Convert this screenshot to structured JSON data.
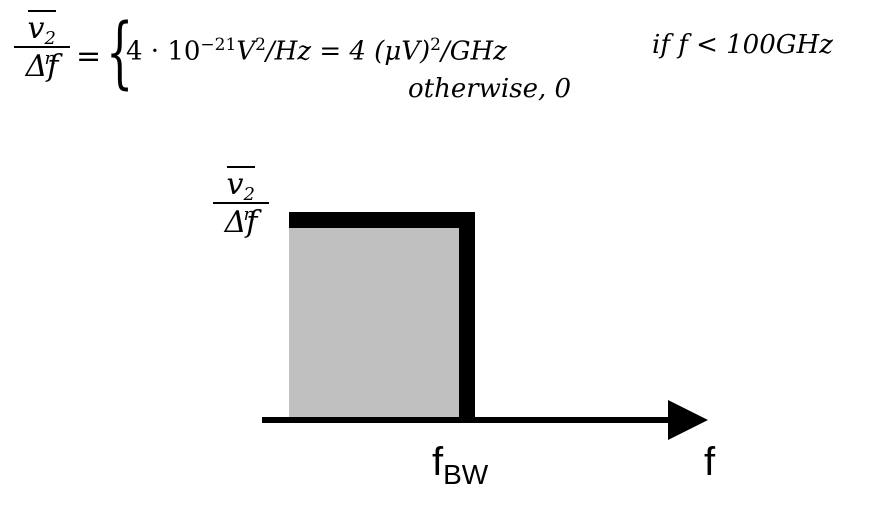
{
  "formula": {
    "lhs_numerator_base": "v",
    "lhs_numerator_sup": "2",
    "lhs_numerator_sub": "n",
    "lhs_denominator": "Δf",
    "equals": "=",
    "case1_expr": "4 · 10",
    "case1_exp": "−21",
    "case1_rest_a": "V",
    "case1_rest_a_sup": "2",
    "case1_rest_b": "/Hz = 4 (μV)",
    "case1_rest_b_sup": "2",
    "case1_rest_c": "/GHz",
    "case1_condition": "if f < 100GHz",
    "case2_expr": "otherwise, 0"
  },
  "diagram": {
    "y_label_numerator_base": "v",
    "y_label_numerator_sup": "2",
    "y_label_numerator_sub": "n",
    "y_label_denominator": "Δf",
    "x_axis_label": "f",
    "cutoff_label": "f",
    "cutoff_label_sub": "BW",
    "colors": {
      "fill": "#c0c0c0",
      "stroke": "#000000"
    }
  }
}
